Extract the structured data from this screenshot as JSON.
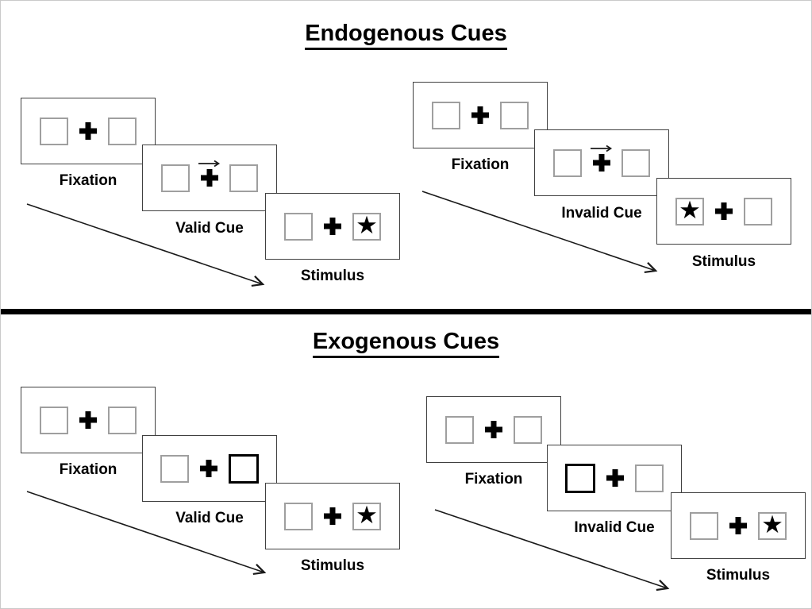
{
  "sections": [
    {
      "title": "Endogenous Cues",
      "groups": [
        {
          "name": "valid",
          "panels": [
            {
              "label": "Fixation"
            },
            {
              "label": "Valid Cue"
            },
            {
              "label": "Stimulus"
            }
          ]
        },
        {
          "name": "invalid",
          "panels": [
            {
              "label": "Fixation"
            },
            {
              "label": "Invalid Cue"
            },
            {
              "label": "Stimulus"
            }
          ]
        }
      ]
    },
    {
      "title": "Exogenous Cues",
      "groups": [
        {
          "name": "valid",
          "panels": [
            {
              "label": "Fixation"
            },
            {
              "label": "Valid Cue"
            },
            {
              "label": "Stimulus"
            }
          ]
        },
        {
          "name": "invalid",
          "panels": [
            {
              "label": "Fixation"
            },
            {
              "label": "Invalid Cue"
            },
            {
              "label": "Stimulus"
            }
          ]
        }
      ]
    }
  ],
  "glyphs": {
    "star": "★"
  },
  "icons": {
    "fixation_cross": "plus-cross",
    "cue_arrow": "right-arrow",
    "target": "black-star",
    "timeline": "diagonal-arrow"
  },
  "colors": {
    "panel_border": "#404040",
    "box_border": "#9f9f9f",
    "highlight_border": "#000000",
    "divider": "#000000",
    "text": "#000000"
  }
}
